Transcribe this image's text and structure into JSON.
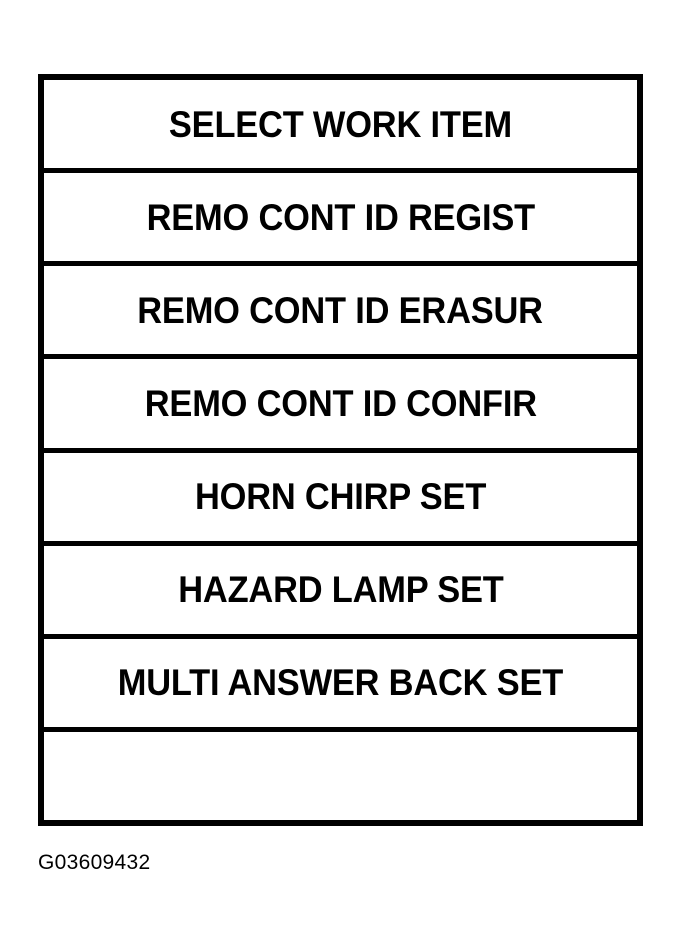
{
  "figure": {
    "caption": "G03609432",
    "background_color": "#ffffff",
    "line_color": "#000000"
  },
  "menu": {
    "title": "SELECT WORK ITEM",
    "rows": [
      {
        "label": "SELECT WORK ITEM",
        "empty": false
      },
      {
        "label": "REMO CONT ID REGIST",
        "empty": false
      },
      {
        "label": "REMO CONT ID ERASUR",
        "empty": false
      },
      {
        "label": "REMO CONT ID CONFIR",
        "empty": false
      },
      {
        "label": "HORN CHIRP SET",
        "empty": false
      },
      {
        "label": "HAZARD LAMP SET",
        "empty": false
      },
      {
        "label": "MULTI ANSWER BACK SET",
        "empty": false
      },
      {
        "label": "",
        "empty": true
      }
    ]
  }
}
